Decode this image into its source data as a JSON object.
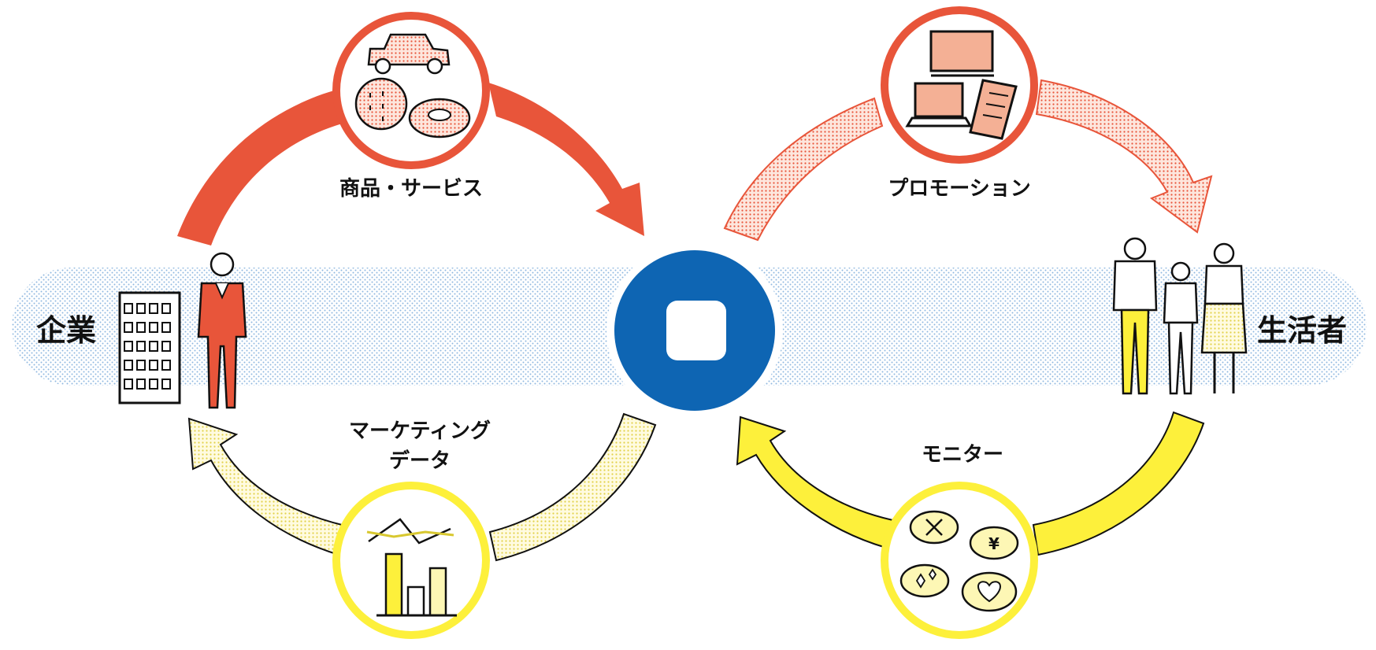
{
  "left_actor": {
    "label": "企業"
  },
  "right_actor": {
    "label": "生活者"
  },
  "flows": {
    "products": {
      "label": "商品・サービス"
    },
    "promotion": {
      "label": "プロモーション"
    },
    "marketing": {
      "label_line1": "マーケティング",
      "label_line2": "データ"
    },
    "monitor": {
      "label": "モニター"
    }
  },
  "colors": {
    "orange": "#e8553a",
    "orange_light": "#f4b095",
    "yellow": "#fdf03b",
    "yellow_light": "#fdf7b5",
    "blue": "#0e65b3",
    "band": "#9fc4e6"
  },
  "icons": {
    "center": "rounded-square-icon",
    "products": [
      "car-icon",
      "bread-icon",
      "donut-icon"
    ],
    "promotion": [
      "monitor-icon",
      "laptop-icon",
      "newspaper-icon"
    ],
    "marketing": [
      "bar-chart-icon"
    ],
    "monitor": [
      "speech-bubbles-icon"
    ]
  }
}
